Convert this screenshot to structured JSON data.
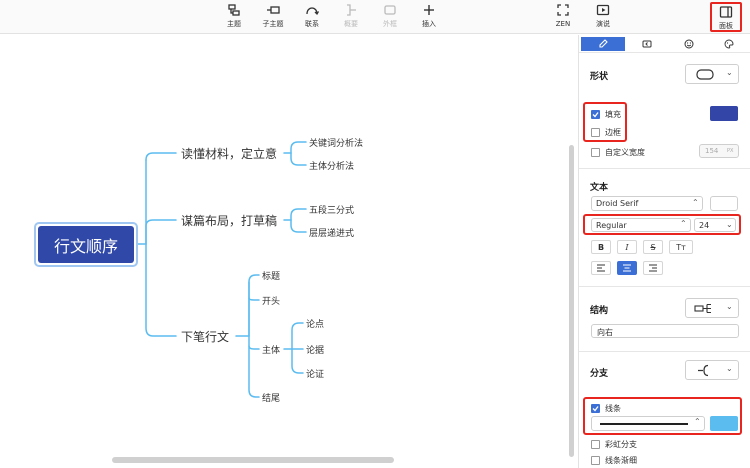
{
  "toolbar": {
    "topic": "主题",
    "subtopic": "子主题",
    "relationship": "联系",
    "summary": "概要",
    "boundary": "外框",
    "insert": "插入",
    "zen": "ZEN",
    "present": "演说",
    "panel": "面板"
  },
  "mindmap": {
    "central": "行文顺序",
    "branches": [
      {
        "label": "读懂材料，定立意",
        "children": [
          "关键词分析法",
          "主体分析法"
        ]
      },
      {
        "label": "谋篇布局，打草稿",
        "children": [
          "五段三分式",
          "层层递进式"
        ]
      },
      {
        "label": "下笔行文",
        "children": [
          "标题",
          "开头",
          "主体",
          "结尾"
        ],
        "sub": {
          "parent": "主体",
          "children": [
            "论点",
            "论据",
            "论证"
          ]
        }
      }
    ]
  },
  "panel": {
    "shape": {
      "title": "形状"
    },
    "fill": {
      "label": "填充",
      "checked": true,
      "color": "#3346a8"
    },
    "border": {
      "label": "边框",
      "checked": false
    },
    "custom_width": {
      "label": "自定义宽度",
      "checked": false,
      "value": "154",
      "unit": "PX"
    },
    "text": {
      "title": "文本",
      "font": "Droid Serif",
      "weight": "Regular",
      "size": "24",
      "bold": "B",
      "italic": "I",
      "strike": "S",
      "case": "Tт"
    },
    "structure": {
      "title": "结构",
      "direction": "向右"
    },
    "branch": {
      "title": "分支",
      "line": {
        "label": "线条",
        "checked": true,
        "color": "#5bbcf0"
      },
      "rainbow": {
        "label": "彩虹分支",
        "checked": false
      },
      "taper": {
        "label": "线条渐细",
        "checked": false
      }
    }
  },
  "colors": {
    "accent": "#3b6fd6",
    "central_fill": "#3049a8",
    "line": "#5bbcf0",
    "highlight": "#e8251f"
  }
}
